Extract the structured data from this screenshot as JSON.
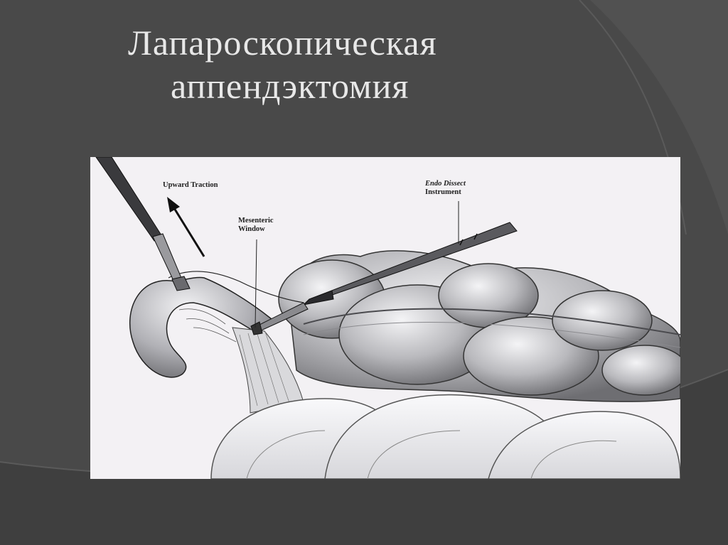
{
  "slide": {
    "title_line1": "Лапароскопическая",
    "title_line2": "аппендэктомия"
  },
  "figure": {
    "labels": {
      "upward_traction": "Upward Traction",
      "mesenteric_line1": "Mesenteric",
      "mesenteric_line2": "Window",
      "endo_line1": "Endo Dissect",
      "endo_line2": "Instrument"
    }
  },
  "colors": {
    "background": "#494949",
    "title_text": "#e8e8e8",
    "figure_background": "#f3f1f4"
  }
}
